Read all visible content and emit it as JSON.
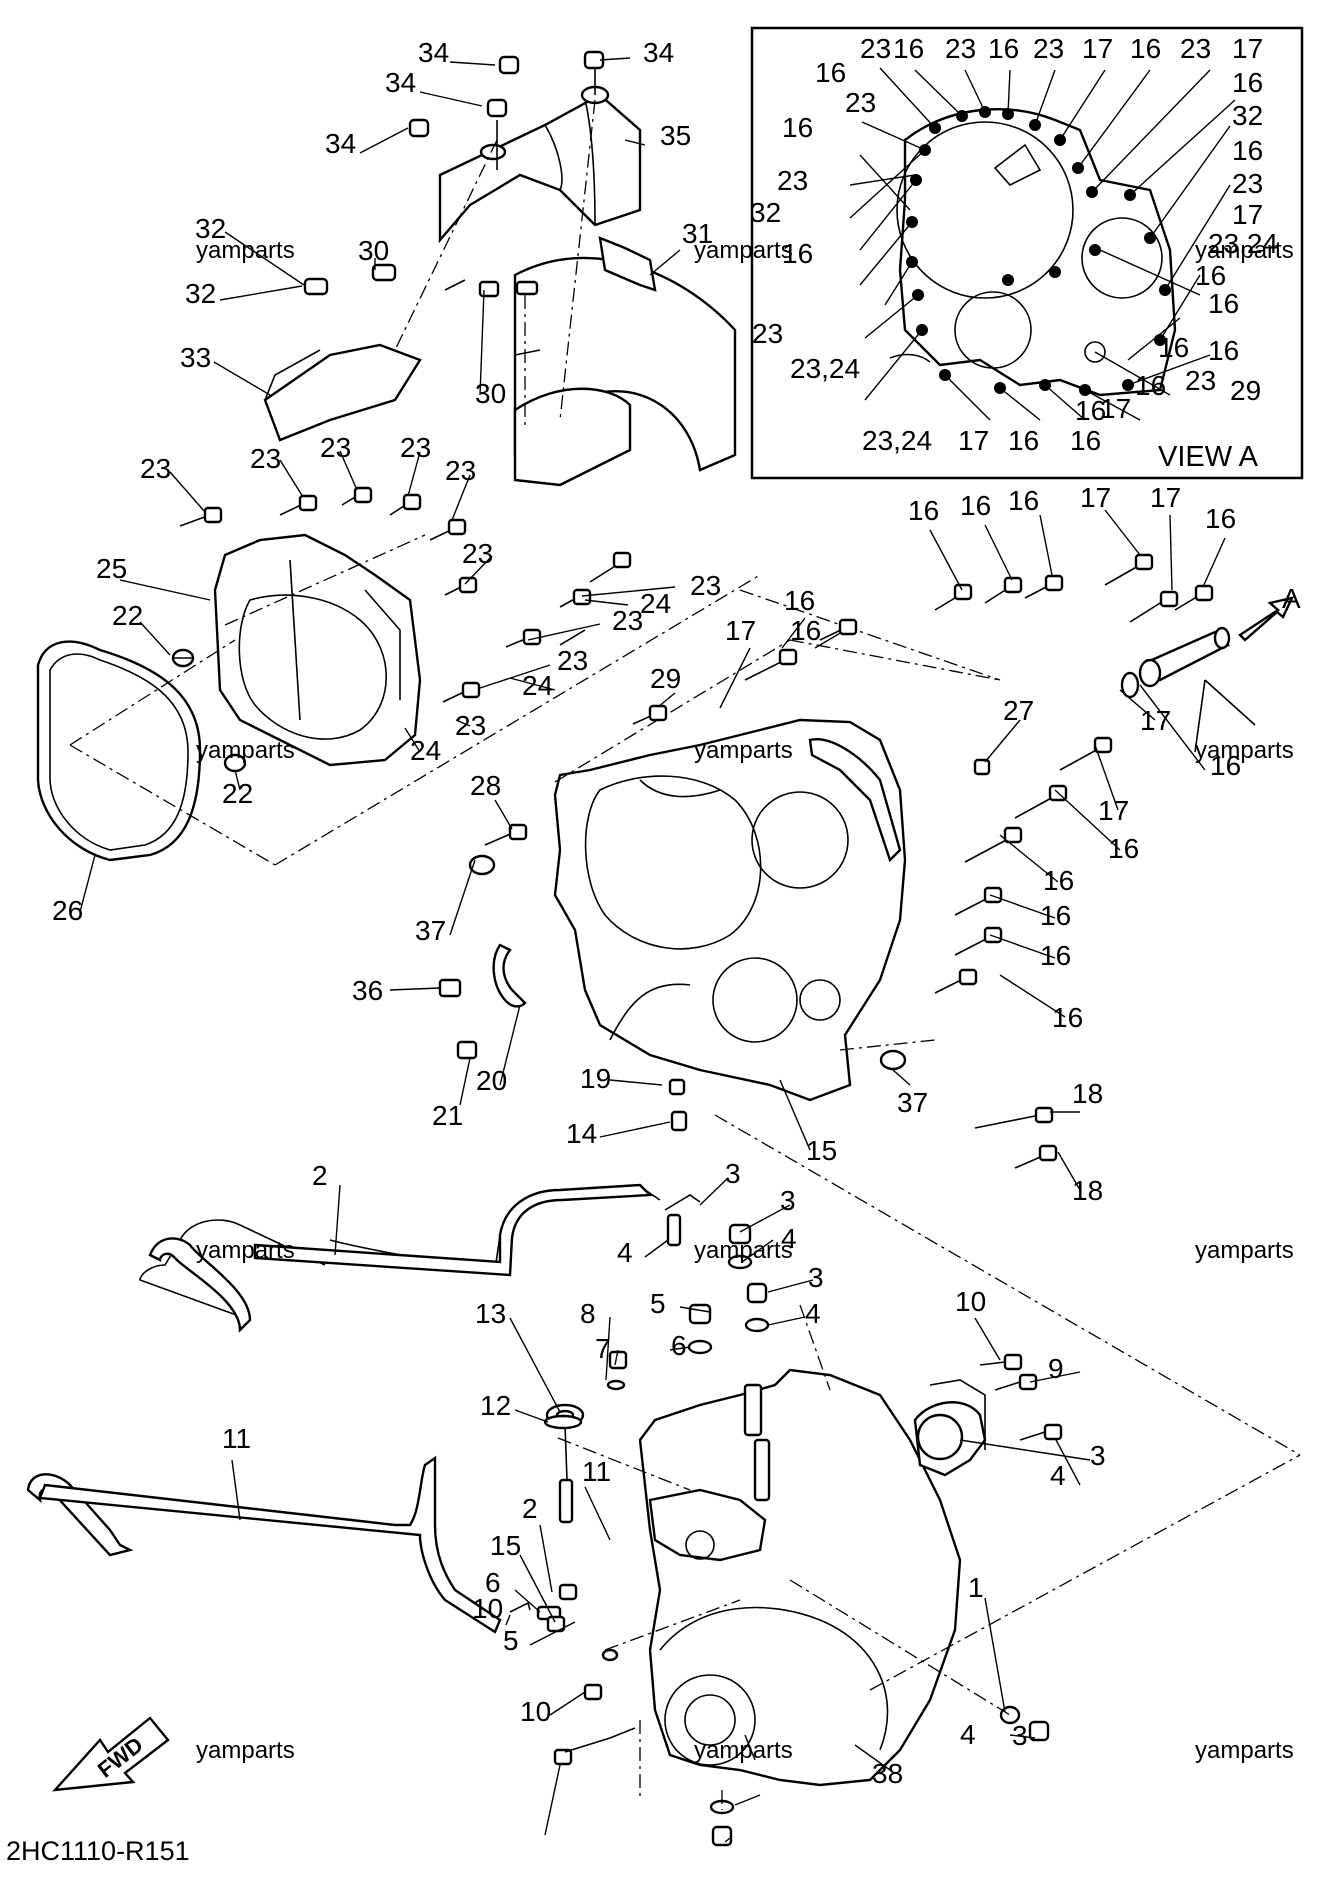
{
  "diagram": {
    "code": "2HC1110-R151",
    "view_label": "VIEW A",
    "arrow_label": "A",
    "fwd_label": "FWD",
    "watermarks": [
      "yamparts",
      "yamparts",
      "yamparts",
      "yamparts",
      "yamparts",
      "yamparts",
      "yamparts",
      "yamparts",
      "yamparts",
      "yamparts",
      "yamparts",
      "yamparts"
    ],
    "callouts": [
      "34",
      "34",
      "34",
      "34",
      "35",
      "32",
      "32",
      "30",
      "30",
      "31",
      "33",
      "23",
      "23",
      "23",
      "23",
      "23",
      "23",
      "23",
      "23",
      "23",
      "23",
      "24",
      "24",
      "24",
      "25",
      "22",
      "22",
      "26",
      "16",
      "16",
      "16",
      "17",
      "17",
      "16",
      "16",
      "17",
      "16",
      "29",
      "28",
      "27",
      "17",
      "16",
      "17",
      "16",
      "16",
      "16",
      "16",
      "16",
      "18",
      "18",
      "37",
      "37",
      "36",
      "21",
      "20",
      "19",
      "14",
      "15",
      "2",
      "3",
      "4",
      "3",
      "4",
      "3",
      "4",
      "5",
      "6",
      "7",
      "8",
      "13",
      "12",
      "11",
      "11",
      "2",
      "15",
      "6",
      "5",
      "10",
      "10",
      "10",
      "9",
      "4",
      "3",
      "1",
      "4",
      "3",
      "38"
    ],
    "view_a_callouts": [
      "23",
      "16",
      "23",
      "16",
      "23",
      "17",
      "16",
      "23",
      "17",
      "16",
      "16",
      "23",
      "32",
      "16",
      "16",
      "23",
      "23",
      "17",
      "32",
      "23,24",
      "16",
      "16",
      "23",
      "16",
      "23,24",
      "23",
      "17",
      "16",
      "29",
      "16",
      "16",
      "17",
      "23,24",
      "16",
      "16",
      "16"
    ]
  }
}
